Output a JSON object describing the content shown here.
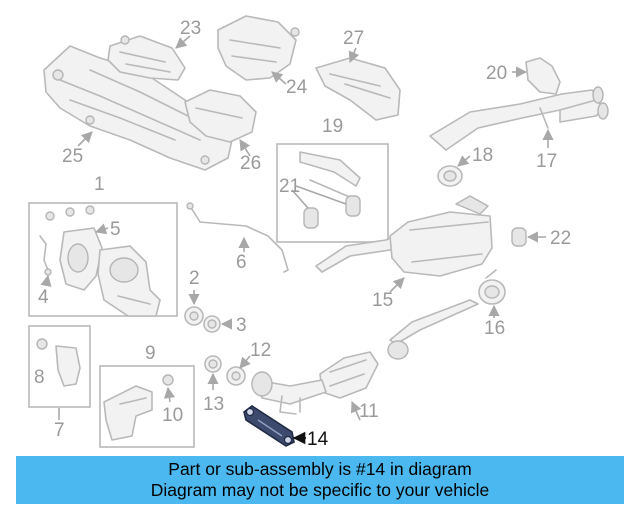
{
  "callouts": {
    "c1": "1",
    "c2": "2",
    "c3": "3",
    "c4": "4",
    "c5": "5",
    "c6": "6",
    "c7": "7",
    "c8": "8",
    "c9": "9",
    "c10": "10",
    "c11": "11",
    "c12": "12",
    "c13": "13",
    "c14": "14",
    "c15": "15",
    "c16": "16",
    "c17": "17",
    "c18": "18",
    "c19": "19",
    "c20": "20",
    "c21": "21",
    "c22": "22",
    "c23": "23",
    "c24": "24",
    "c25": "25",
    "c26": "26",
    "c27": "27"
  },
  "highlight_color": "#3d4a6e",
  "banner": {
    "color": "#4bb8ef",
    "line1": "Part or sub-assembly is #14 in diagram",
    "line2": "Diagram may not be specific to your vehicle"
  }
}
